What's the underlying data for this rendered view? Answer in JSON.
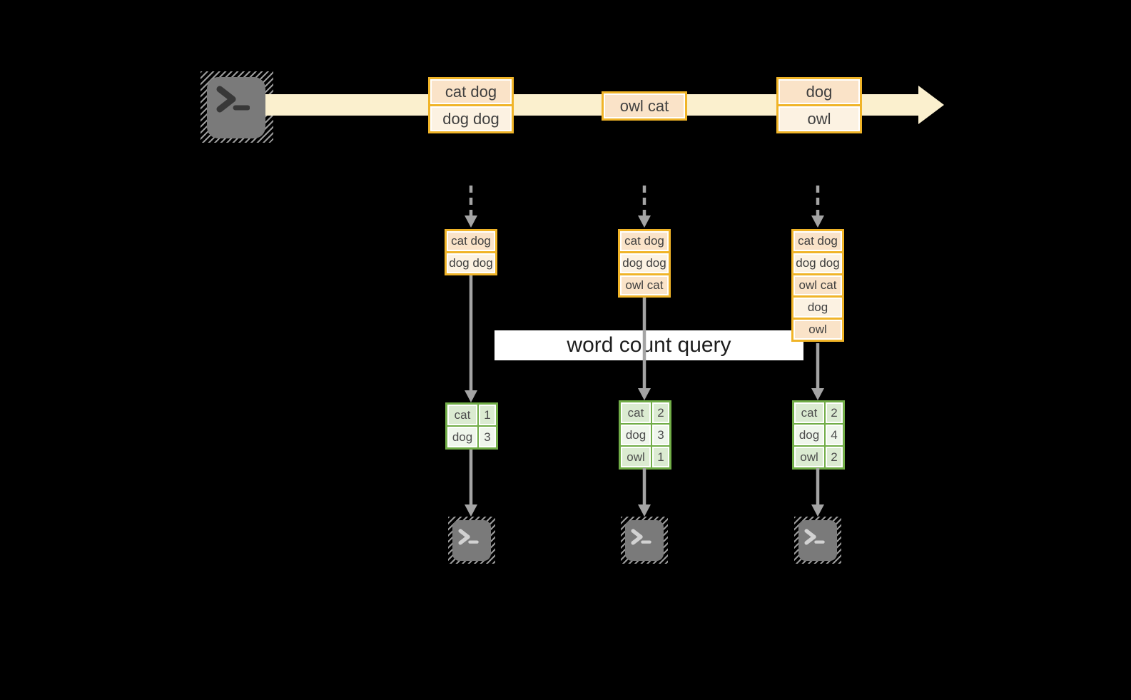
{
  "query": {
    "label": "word count query"
  },
  "stream": {
    "batches": [
      {
        "cells": [
          "cat dog",
          "dog dog"
        ]
      },
      {
        "cells": [
          "owl cat"
        ]
      },
      {
        "cells": [
          "dog",
          "owl"
        ]
      }
    ]
  },
  "accumulated": [
    {
      "cells": [
        "cat dog",
        "dog dog"
      ]
    },
    {
      "cells": [
        "cat dog",
        "dog dog",
        "owl cat"
      ]
    },
    {
      "cells": [
        "cat dog",
        "dog dog",
        "owl cat",
        "dog",
        "owl"
      ]
    }
  ],
  "results": [
    {
      "rows": [
        {
          "word": "cat",
          "count": "1"
        },
        {
          "word": "dog",
          "count": "3"
        }
      ]
    },
    {
      "rows": [
        {
          "word": "cat",
          "count": "2"
        },
        {
          "word": "dog",
          "count": "3"
        },
        {
          "word": "owl",
          "count": "1"
        }
      ]
    },
    {
      "rows": [
        {
          "word": "cat",
          "count": "2"
        },
        {
          "word": "dog",
          "count": "4"
        },
        {
          "word": "owl",
          "count": "2"
        }
      ]
    }
  ],
  "icons": {
    "source_terminal": "terminal-prompt-icon",
    "sink_terminals": [
      "terminal-prompt-icon",
      "terminal-prompt-icon",
      "terminal-prompt-icon"
    ]
  },
  "colors": {
    "background": "#000000",
    "stream_band": "#FBF0CE",
    "amber_border": "#F0B428",
    "peach_fill": "#FAE3C8",
    "cream_fill": "#FCF2E2",
    "green_border": "#71AD47",
    "green_fill": "#DBEBD1",
    "green_fill_light": "#EFF6EB",
    "terminal_grey": "#7A7A7A",
    "arrow_grey": "#A4A4A4",
    "query_band": "#FFFFFF",
    "text_dark": "#3F3F3F"
  }
}
